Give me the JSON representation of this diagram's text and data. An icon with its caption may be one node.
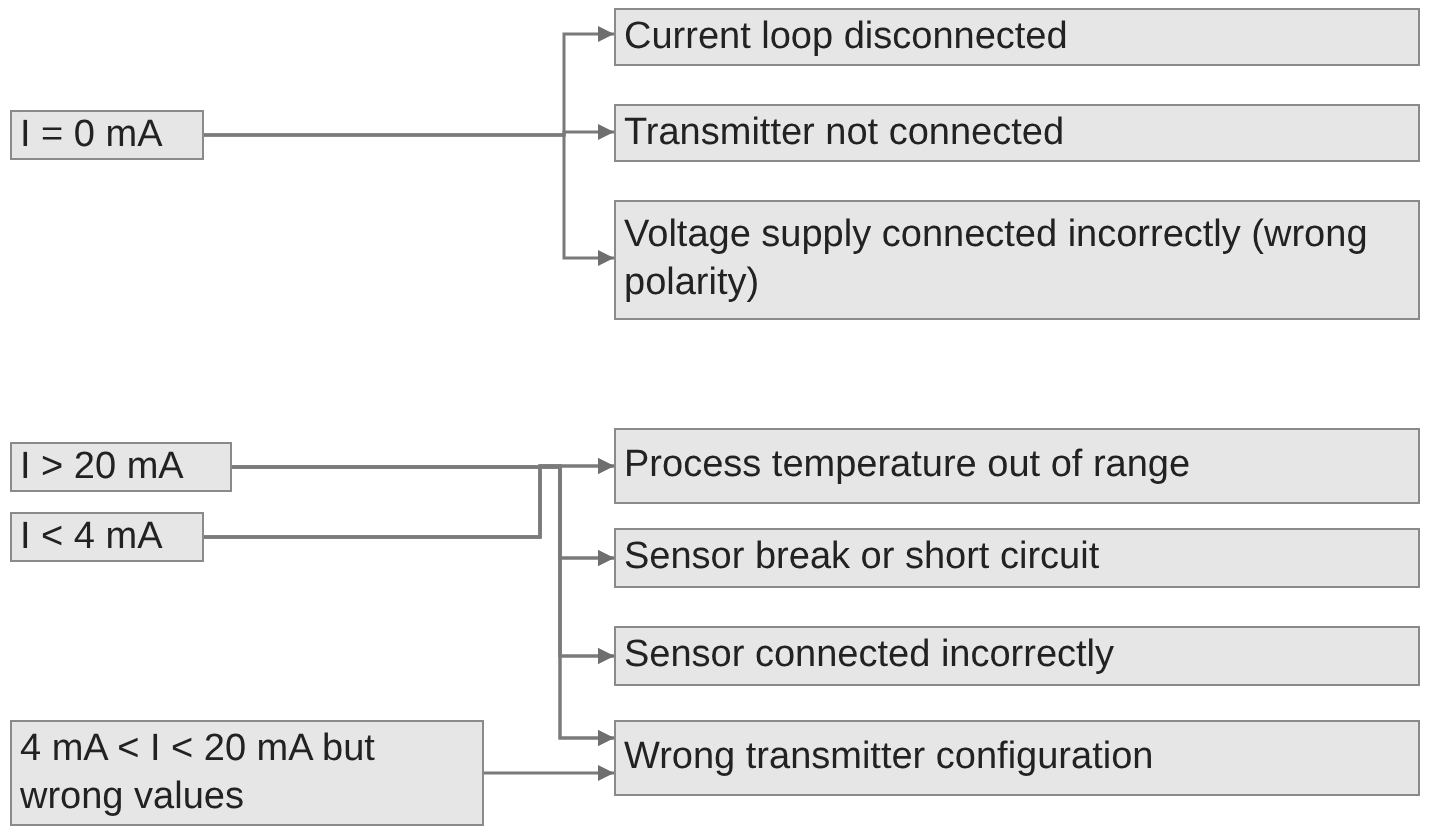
{
  "diagram": {
    "nodes": [
      {
        "text": [
          "I = 0 mA"
        ]
      },
      {
        "text": [
          "Current loop disconnected"
        ]
      },
      {
        "text": [
          "Transmitter not connected"
        ]
      },
      {
        "text": [
          "Voltage supply connected incorrectly (wrong polarity)"
        ]
      },
      {
        "text": [
          "I > 20 mA"
        ]
      },
      {
        "text": [
          "I < 4 mA"
        ]
      },
      {
        "text": [
          "4 mA < I < 20 mA but wrong values"
        ]
      },
      {
        "text": [
          "Process temperature out of range"
        ]
      },
      {
        "text": [
          "Sensor break or short circuit"
        ]
      },
      {
        "text": [
          "Sensor connected incorrectly"
        ]
      },
      {
        "text": [
          "Wrong transmitter configuration"
        ]
      }
    ],
    "edges": [
      {
        "from": 0,
        "to": 1,
        "arrow": "to"
      },
      {
        "from": 0,
        "to": 2,
        "arrow": "to"
      },
      {
        "from": 0,
        "to": 3,
        "arrow": "to"
      },
      {
        "from": 4,
        "to": 7,
        "arrow": "to"
      },
      {
        "from": 4,
        "to": 8,
        "arrow": "to"
      },
      {
        "from": 4,
        "to": 9,
        "arrow": "to"
      },
      {
        "from": 4,
        "to": 10,
        "arrow": "to"
      },
      {
        "from": 5,
        "to": 7,
        "arrow": "to"
      },
      {
        "from": 5,
        "to": 8,
        "arrow": "to"
      },
      {
        "from": 5,
        "to": 9,
        "arrow": "to"
      },
      {
        "from": 5,
        "to": 10,
        "arrow": "to"
      },
      {
        "from": 6,
        "to": 10,
        "arrow": "to"
      }
    ]
  }
}
